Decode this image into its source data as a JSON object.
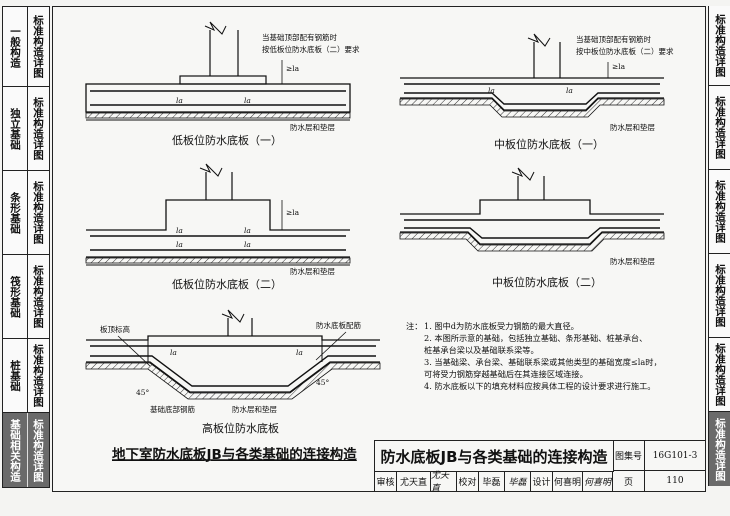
{
  "left_tabs": [
    {
      "col1": "一般构造",
      "col2": "标准构造详图"
    },
    {
      "col1": "独立基础",
      "col2": "标准构造详图"
    },
    {
      "col1": "条形基础",
      "col2": "标准构造详图"
    },
    {
      "col1": "筏形基础",
      "col2": "标准构造详图"
    },
    {
      "col1": "桩基础",
      "col2": "标准构造详图"
    },
    {
      "col1": "基础相关构造",
      "col2": "标准构造详图"
    }
  ],
  "right_tabs": [
    "标准构造详图",
    "标准构造详图",
    "标准构造详图",
    "标准构造详图",
    "标准构造详图",
    "标准构造详图"
  ],
  "figures": {
    "f1": {
      "caption": "低板位防水底板（一）",
      "note_line1": "当基础顶部配有钢筋时",
      "note_line2": "按低板位防水底板（二）要求",
      "layer": "防水层和垫层",
      "la1": "la",
      "la2": "la",
      "lbl": "≥la"
    },
    "f2": {
      "caption": "中板位防水底板（一）",
      "note_line1": "当基础顶部配有钢筋时",
      "note_line2": "按中板位防水底板（二）要求",
      "layer": "防水层和垫层",
      "la1": "la",
      "la2": "la",
      "lbl": "≥la"
    },
    "f3": {
      "caption": "低板位防水底板（二）",
      "layer": "防水层和垫层",
      "la1": "la",
      "la2": "la",
      "la3": "la",
      "la4": "la",
      "lbl": "≥la"
    },
    "f4": {
      "caption": "中板位防水底板（二）",
      "layer": "防水层和垫层"
    },
    "f5": {
      "caption": "高板位防水底板",
      "top_label": "板顶标高",
      "rebar": "防水底板配筋",
      "bottom_rebar": "基础底部钢筋",
      "layer": "防水层和垫层",
      "angle1": "45°",
      "angle2": "45°",
      "la1": "la",
      "la2": "la"
    }
  },
  "notes": {
    "head": "注：",
    "items": [
      "1. 图中d为防水底板受力钢筋的最大直径。",
      "2. 本图所示意的基础，包括独立基础、条形基础、桩基承台、",
      "   桩基承台梁以及基础联系梁等。",
      "3. 当基础梁、承台梁、基础联系梁或其他类型的基础宽度≤la时，",
      "   可将受力钢筋穿越基础后在其连接区域连接。",
      "4. 防水底板以下的填充材料应按具体工程的设计要求进行施工。"
    ]
  },
  "main_title": "地下室防水底板JB与各类基础的连接构造",
  "title_block": {
    "title": "防水底板JB与各类基础的连接构造",
    "atlas_label": "图集号",
    "atlas_no": "16G101-3",
    "review": "审核",
    "reviewer": "尤天直",
    "check": "校对",
    "checker": "毕磊",
    "design": "设计",
    "designer": "何喜明",
    "page_label": "页",
    "page_no": "110"
  }
}
